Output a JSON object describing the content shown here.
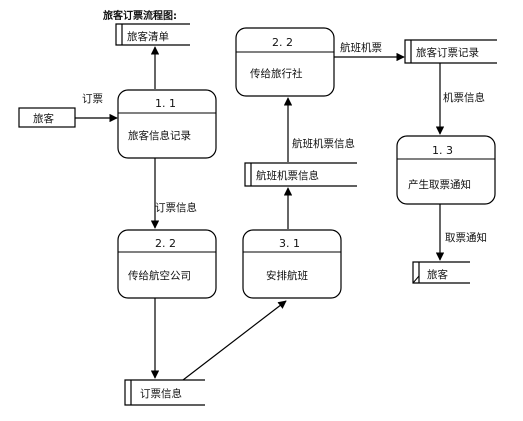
{
  "title": "旅客订票流程图:",
  "processes": [
    {
      "key": "p11",
      "id": "1. 1",
      "name": "旅客信息记录"
    },
    {
      "key": "p22a",
      "id": "2. 2",
      "name": "传给航空公司"
    },
    {
      "key": "p31",
      "id": "3. 1",
      "name": "安排航班"
    },
    {
      "key": "p22b",
      "id": "2. 2",
      "name": "传给旅行社"
    },
    {
      "key": "p13",
      "id": "1. 3",
      "name": "产生取票通知"
    }
  ],
  "stores": {
    "passenger_list": "旅客清单",
    "ticket_info": "订票信息",
    "flight_ticket_info": "航班机票信息",
    "booking_records": "旅客订票记录",
    "passenger_out": "旅客"
  },
  "external": {
    "passenger": "旅客"
  },
  "flow_labels": {
    "booking": "订票",
    "ticket_info": "订票信息",
    "flight_ticket_info": "航班机票信息",
    "flight_ticket": "航班机票",
    "ticket_info_2": "机票信息",
    "pickup_notice": "取票通知"
  }
}
